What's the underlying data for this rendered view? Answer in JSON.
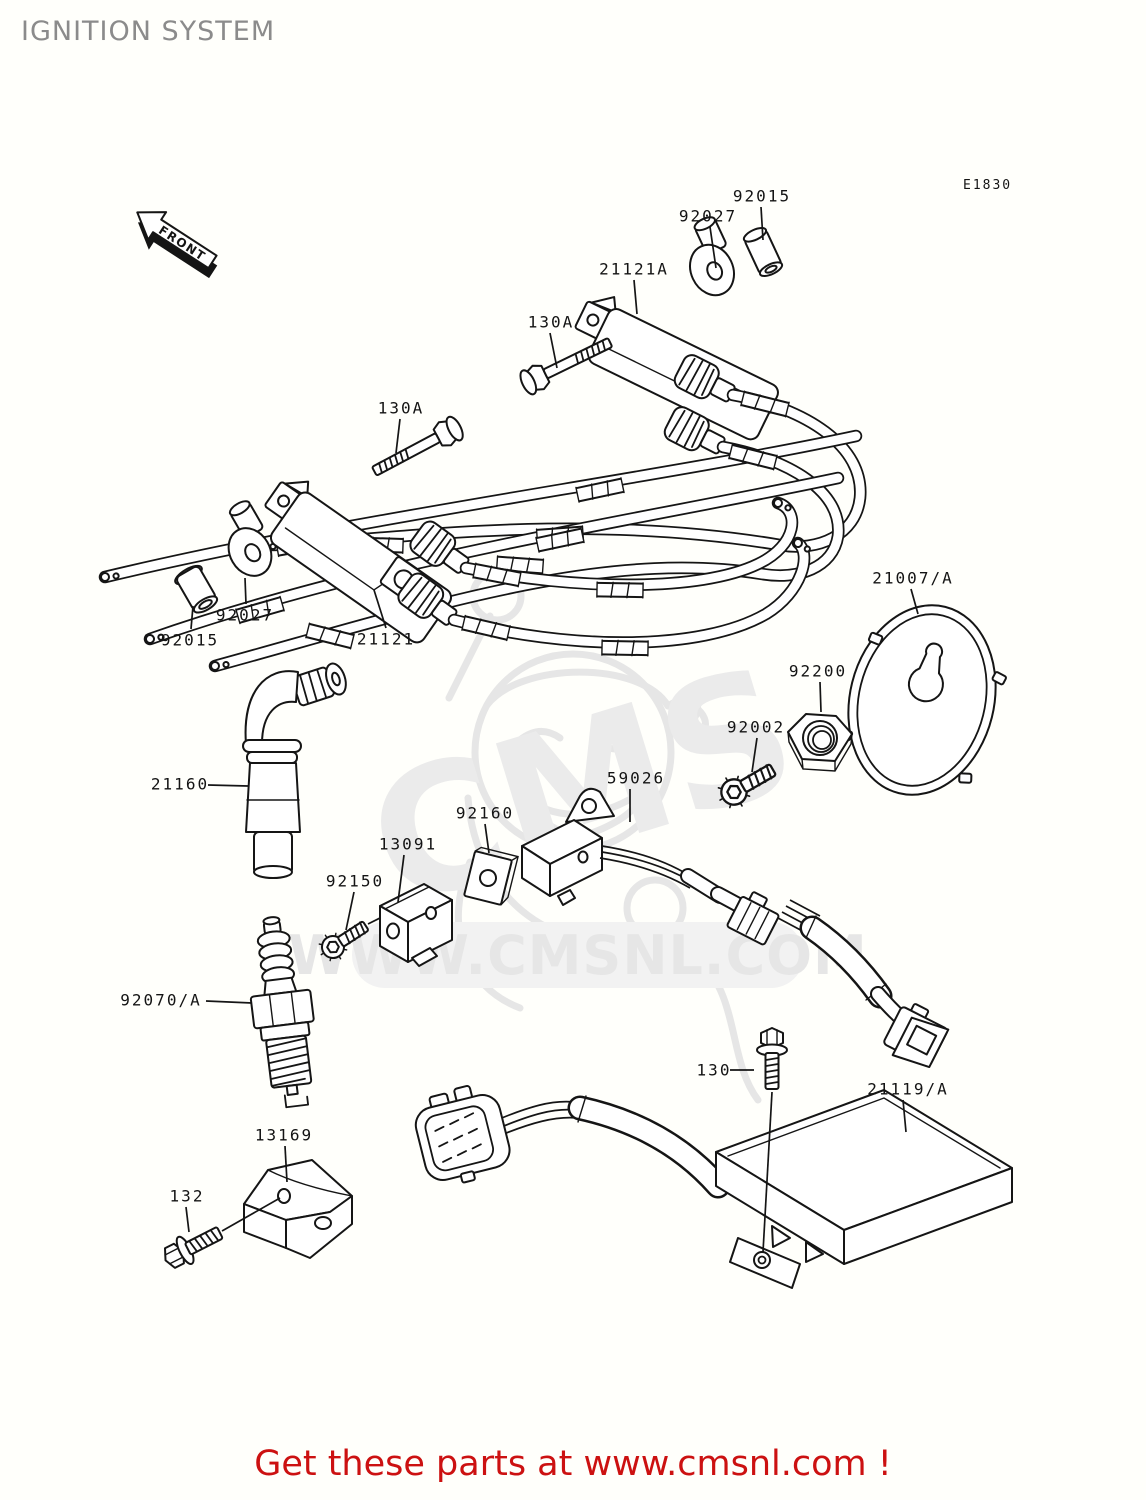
{
  "page": {
    "title": "IGNITION SYSTEM",
    "diagram_code": "E1830"
  },
  "front_marker": {
    "label": "FRONT"
  },
  "watermark": {
    "brand": "CMS",
    "url": "WWW.CMSNL.COM"
  },
  "banner": {
    "text": "Get these parts at www.cmsnl.com !"
  },
  "colors": {
    "line": "#151515",
    "banner_text": "#cc1111",
    "title_gray": "#8b8b8b",
    "watermark_gray": "#e6e6e6"
  },
  "labels": [
    {
      "part": "92015",
      "text": "92015"
    },
    {
      "part": "92027",
      "text": "92027"
    },
    {
      "part": "21121A",
      "text": "21121A"
    },
    {
      "part": "130A",
      "text": "130A"
    },
    {
      "part": "130A",
      "text": "130A"
    },
    {
      "part": "21121",
      "text": "21121"
    },
    {
      "part": "92027",
      "text": "92027"
    },
    {
      "part": "92015",
      "text": "92015"
    },
    {
      "part": "21160",
      "text": "21160"
    },
    {
      "part": "92070/A",
      "text": "92070/A"
    },
    {
      "part": "92150",
      "text": "92150"
    },
    {
      "part": "13091",
      "text": "13091"
    },
    {
      "part": "92160",
      "text": "92160"
    },
    {
      "part": "59026",
      "text": "59026"
    },
    {
      "part": "92002",
      "text": "92002"
    },
    {
      "part": "92200",
      "text": "92200"
    },
    {
      "part": "21007/A",
      "text": "21007/A"
    },
    {
      "part": "13169",
      "text": "13169"
    },
    {
      "part": "132",
      "text": "132"
    },
    {
      "part": "130",
      "text": "130"
    },
    {
      "part": "21119/A",
      "text": "21119/A"
    }
  ]
}
